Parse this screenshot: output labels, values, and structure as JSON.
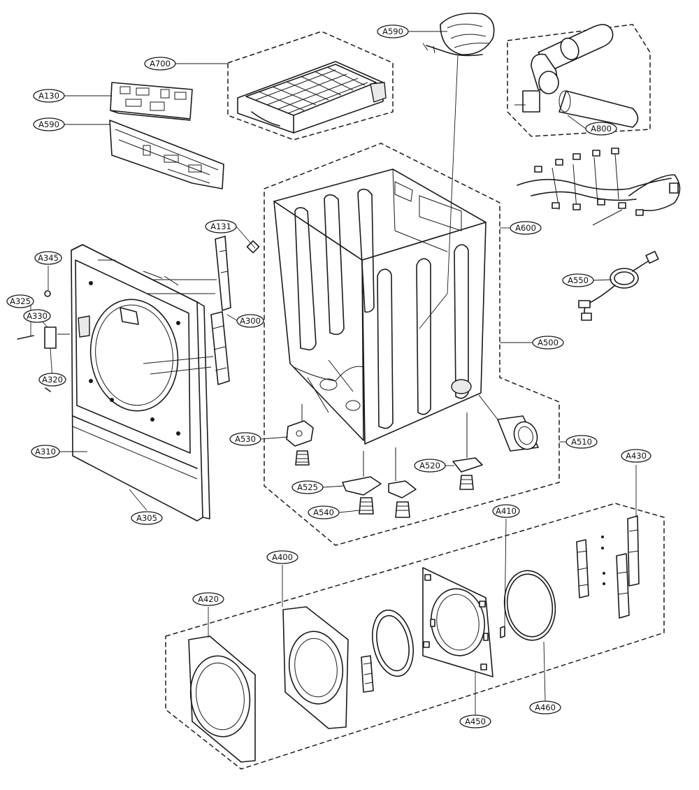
{
  "diagram": {
    "type": "exploded-parts-diagram",
    "callouts": [
      {
        "id": "a590-top",
        "text": "A590"
      },
      {
        "id": "a700",
        "text": "A700"
      },
      {
        "id": "a130",
        "text": "A130"
      },
      {
        "id": "a590-left",
        "text": "A590"
      },
      {
        "id": "a800",
        "text": "A800"
      },
      {
        "id": "a600",
        "text": "A600"
      },
      {
        "id": "a131",
        "text": "A131"
      },
      {
        "id": "a345",
        "text": "A345"
      },
      {
        "id": "a325",
        "text": "A325"
      },
      {
        "id": "a330",
        "text": "A330"
      },
      {
        "id": "a300",
        "text": "A300"
      },
      {
        "id": "a550",
        "text": "A550"
      },
      {
        "id": "a500",
        "text": "A500"
      },
      {
        "id": "a320",
        "text": "A320"
      },
      {
        "id": "a310",
        "text": "A310"
      },
      {
        "id": "a530",
        "text": "A530"
      },
      {
        "id": "a510",
        "text": "A510"
      },
      {
        "id": "a520",
        "text": "A520"
      },
      {
        "id": "a430",
        "text": "A430"
      },
      {
        "id": "a525",
        "text": "A525"
      },
      {
        "id": "a540",
        "text": "A540"
      },
      {
        "id": "a305",
        "text": "A305"
      },
      {
        "id": "a410",
        "text": "A410"
      },
      {
        "id": "a400",
        "text": "A400"
      },
      {
        "id": "a420",
        "text": "A420"
      },
      {
        "id": "a450",
        "text": "A450"
      },
      {
        "id": "a460",
        "text": "A460"
      }
    ]
  }
}
